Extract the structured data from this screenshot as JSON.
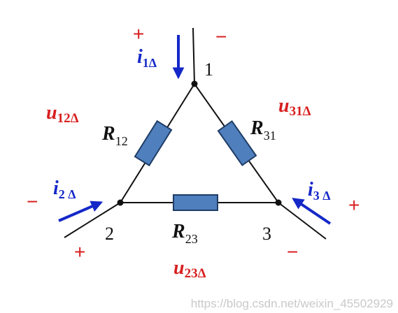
{
  "colors": {
    "wire": "#111111",
    "resistor_fill": "#4f7fbd",
    "resistor_stroke": "#1f3d66",
    "current_arrow": "#1428c8",
    "voltage_label": "#d81f1f",
    "node_label": "#111111"
  },
  "nodes": {
    "n1": "1",
    "n2": "2",
    "n3": "3"
  },
  "resistors": {
    "r12": {
      "main": "R",
      "sub": "12"
    },
    "r31": {
      "main": "R",
      "sub": "31"
    },
    "r23": {
      "main": "R",
      "sub": "23"
    }
  },
  "voltages": {
    "u12": {
      "main": "u",
      "sub": "12Δ"
    },
    "u31": {
      "main": "u",
      "sub": "31Δ"
    },
    "u23": {
      "main": "u",
      "sub": "23Δ"
    }
  },
  "currents": {
    "i1": {
      "main": "i",
      "sub": "1Δ"
    },
    "i2": {
      "main": "i",
      "sub": "2 Δ"
    },
    "i3": {
      "main": "i",
      "sub": "3 Δ"
    }
  },
  "polarity": {
    "top_plus": "+",
    "top_minus": "−",
    "left_minus": "−",
    "left_plus": "+",
    "right_plus": "+",
    "right_minus": "−"
  },
  "watermark": "https://blog.csdn.net/weixin_45502929"
}
